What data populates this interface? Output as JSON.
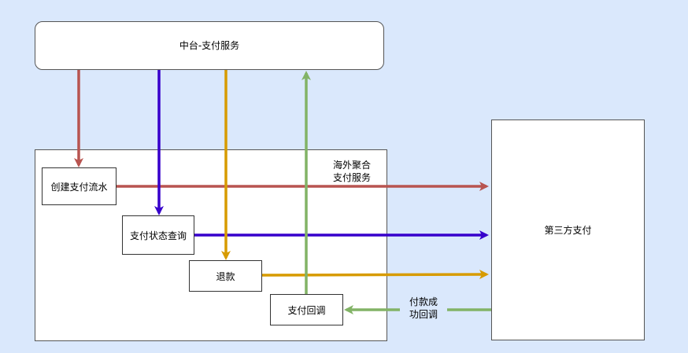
{
  "nodes": {
    "middle_platform": "中台-支付服务",
    "overseas_service_line1": "海外聚合",
    "overseas_service_line2": "支付服务",
    "third_party": "第三方支付",
    "create_flow": "创建支付流水",
    "status_query": "支付状态查询",
    "refund": "退款",
    "callback": "支付回调"
  },
  "edge_labels": {
    "payment_success_line1": "付款成",
    "payment_success_line2": "功回调"
  },
  "colors": {
    "background": "#dae8fc",
    "create_flow_arrow": "#b85450",
    "status_query_arrow": "#3700cc",
    "refund_arrow": "#d79b00",
    "callback_arrow": "#82b366"
  }
}
